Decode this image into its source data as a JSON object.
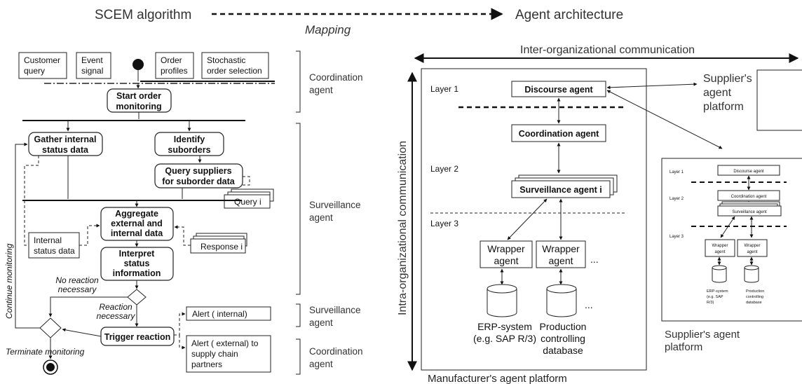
{
  "header": {
    "left": "SCEM algorithm",
    "right": "Agent architecture",
    "mapping": "Mapping"
  },
  "flow": {
    "customer_query": [
      "Customer",
      "query"
    ],
    "event_signal": [
      "Event",
      "signal"
    ],
    "order_profiles": [
      "Order",
      "profiles"
    ],
    "stochastic": [
      "Stochastic",
      "order selection"
    ],
    "start_monitoring": [
      "Start order",
      "monitoring"
    ],
    "gather": [
      "Gather internal",
      "status data"
    ],
    "identify": [
      "Identify",
      "suborders"
    ],
    "query_suppliers": [
      "Query suppliers",
      "for suborder data"
    ],
    "query_i": "Query i",
    "aggregate": [
      "Aggregate",
      "external and",
      "internal data"
    ],
    "internal_status": [
      "Internal",
      "status data"
    ],
    "response_i": "Response i",
    "interpret": [
      "Interpret",
      "status",
      "information"
    ],
    "no_reaction": [
      "No reaction",
      "necessary"
    ],
    "reaction": [
      "Reaction",
      "necessary"
    ],
    "trigger": "Trigger reaction",
    "alert_internal": "Alert ( internal)",
    "alert_external": [
      "Alert ( external) to",
      "supply chain",
      "partners"
    ],
    "continue_monitoring": "Continue monitoring",
    "terminate_monitoring": "Terminate monitoring"
  },
  "phases": {
    "coordination_top": [
      "Coordination",
      "agent"
    ],
    "surveillance_mid": [
      "Surveillance",
      "agent"
    ],
    "surveillance_low": [
      "Surveillance",
      "agent"
    ],
    "coordination_low": [
      "Coordination",
      "agent"
    ]
  },
  "arch": {
    "inter_org": "Inter-organizational communication",
    "intra_org": "Intra-organizational communication",
    "layer1": "Layer 1",
    "layer2": "Layer 2",
    "layer3": "Layer 3",
    "discourse": "Discourse agent",
    "coordination": "Coordination agent",
    "surveillance": "Surveillance agent i",
    "wrapper1": [
      "Wrapper",
      "agent"
    ],
    "wrapper2": [
      "Wrapper",
      "agent"
    ],
    "ellipsis": "...",
    "erp": [
      "ERP-system",
      "(e.g. SAP R/3)"
    ],
    "production": [
      "Production",
      "controlling",
      "database"
    ],
    "manufacturer_platform": "Manufacturer's agent platform",
    "supplier_platform_top": [
      "Supplier's",
      "agent",
      "platform"
    ],
    "supplier_platform_bottom": [
      "Supplier's agent",
      "platform"
    ]
  },
  "mini": {
    "layer1": "Layer 1",
    "layer2": "Layer 2",
    "layer3": "Layer 3",
    "discourse": "Discourse agent",
    "coordination": "Coordination agent",
    "surveillance": "Surveillance agent",
    "wrapper1": [
      "Wrapper",
      "agent"
    ],
    "wrapper2": [
      "Wrapper",
      "agent"
    ],
    "erp": [
      "ERP-system",
      "(e.g. SAP",
      "R/3)"
    ],
    "production": [
      "Production",
      "controlling",
      "database"
    ]
  }
}
